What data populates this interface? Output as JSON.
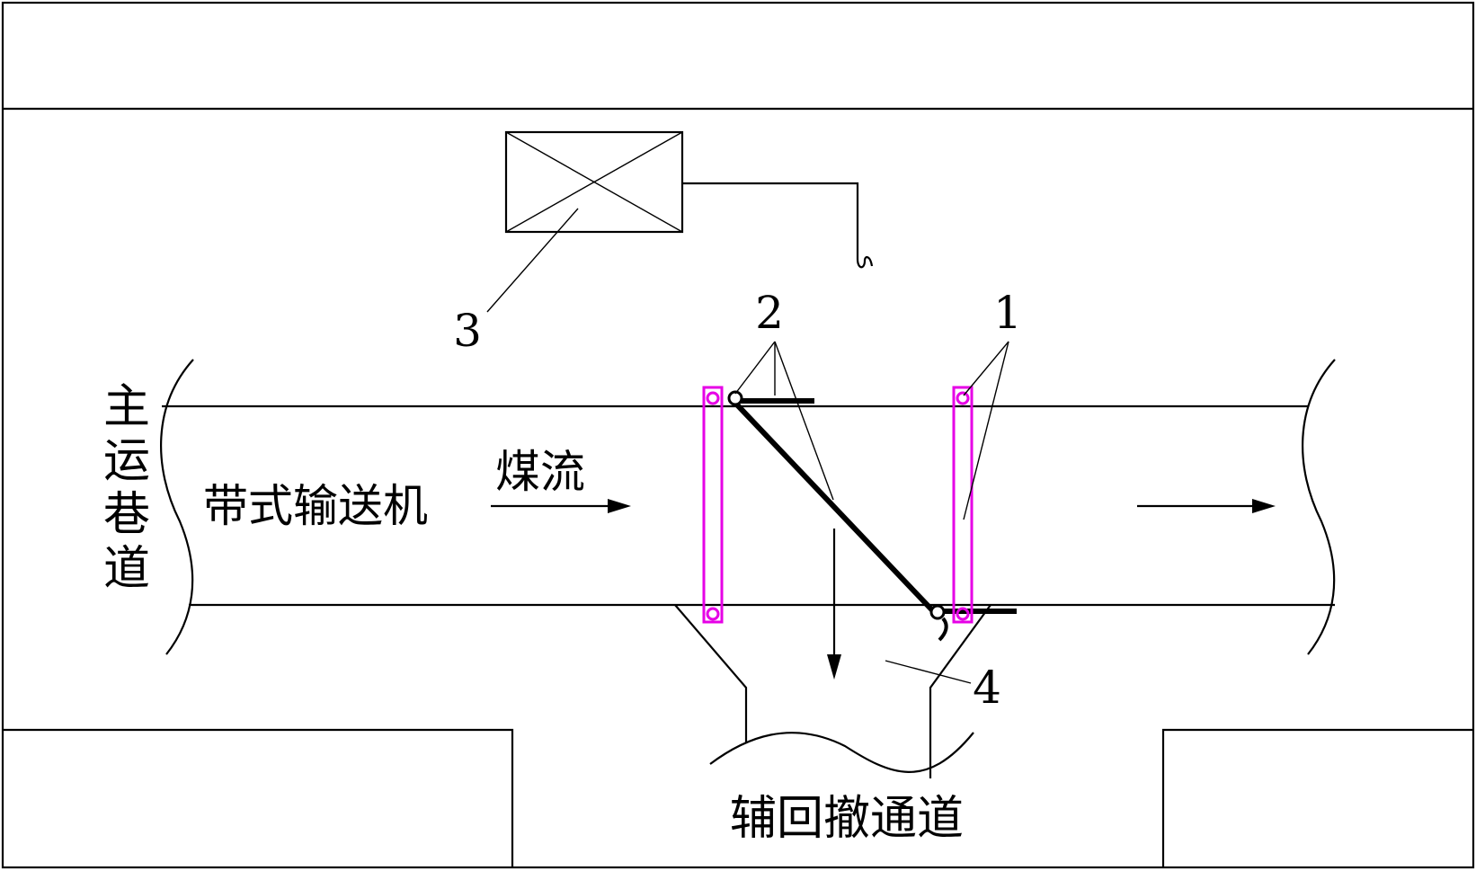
{
  "labels": {
    "main_roadway": [
      "主",
      "运",
      "巷",
      "道"
    ],
    "conveyor": "带式输送机",
    "coal_flow": "煤流",
    "aux_passage": "辅回撤通道"
  },
  "callouts": {
    "c1": "1",
    "c2": "2",
    "c3": "3",
    "c4": "4"
  },
  "colors": {
    "sensor": "#e600e6",
    "line": "#000000"
  }
}
